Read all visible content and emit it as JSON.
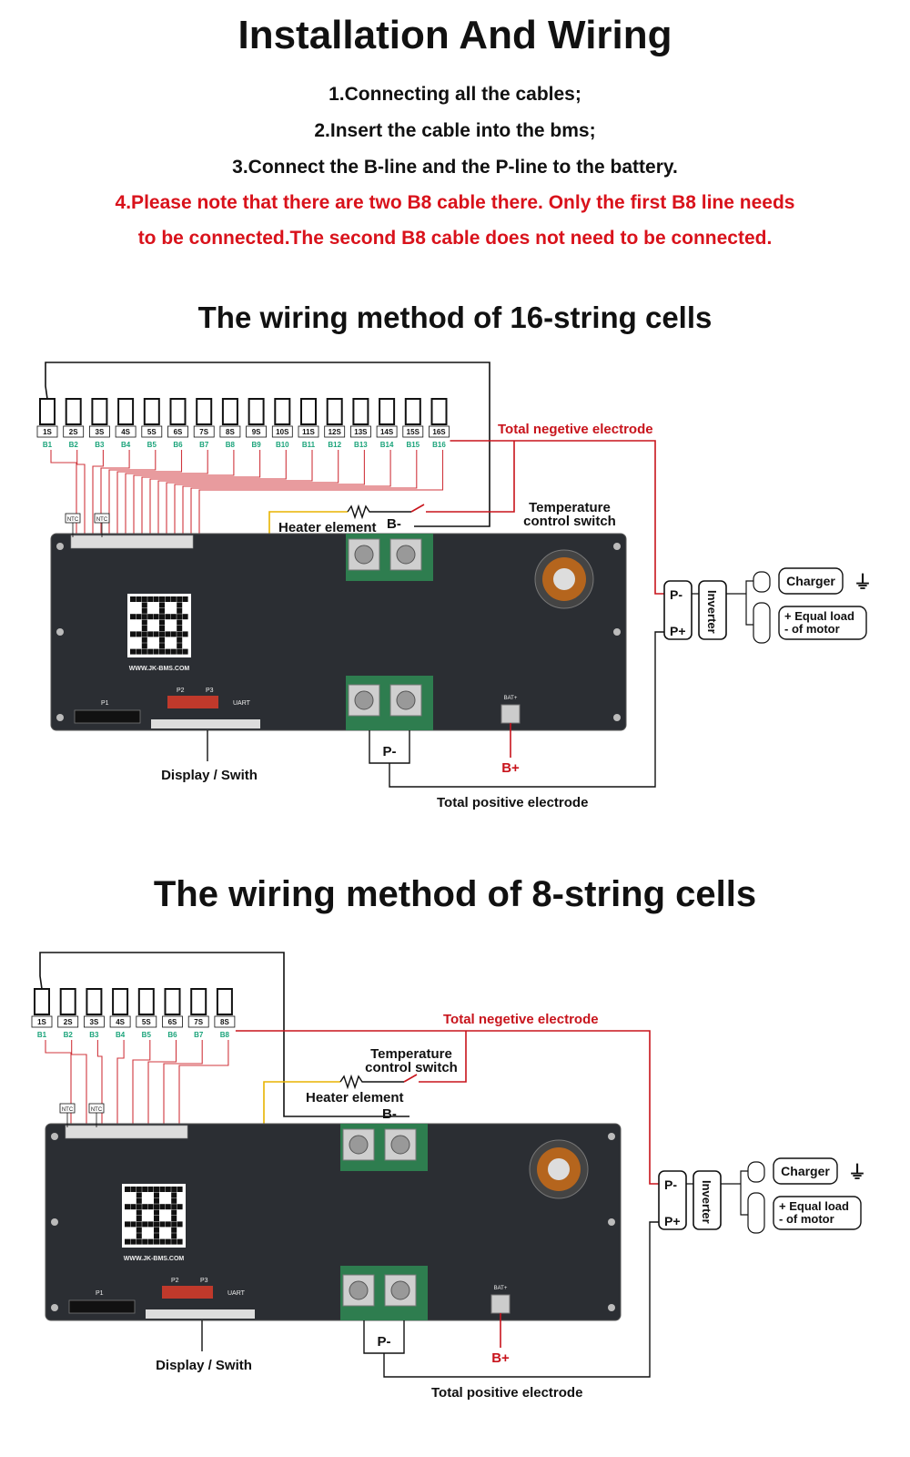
{
  "title": "Installation And Wiring",
  "steps": {
    "s1": "1.Connecting all the cables;",
    "s2": "2.Insert the cable into the bms;",
    "s3": "3.Connect the B-line and the P-line to the battery.",
    "s4a": "4.Please note that there are two B8 cable there. Only the first B8 line needs",
    "s4b": "to be connected.The second B8 cable does not need to be connected."
  },
  "colors": {
    "accent_red": "#d9121b",
    "board": "#2b2e33",
    "wire_red": "#c8141c",
    "label_green": "#1aa37a"
  },
  "diagram16": {
    "title": "The wiring method of 16-string cells",
    "cells": [
      "1S",
      "2S",
      "3S",
      "4S",
      "5S",
      "6S",
      "7S",
      "8S",
      "9S",
      "10S",
      "11S",
      "12S",
      "13S",
      "14S",
      "15S",
      "16S"
    ],
    "bpins": [
      "B1",
      "B2",
      "B3",
      "B4",
      "B5",
      "B6",
      "B7",
      "B8",
      "B9",
      "B10",
      "B11",
      "B12",
      "B13",
      "B14",
      "B15",
      "B16"
    ],
    "neg": "Total negetive electrode",
    "temp": "Temperature\ncontrol switch",
    "heater": "Heater element",
    "bminus": "B-",
    "pminus": "P-",
    "bplus": "B+",
    "display": "Display / Swith",
    "pos": "Total positive electrode",
    "inverter": "Inverter",
    "charger": "Charger",
    "load": "+ Equal load\n- of motor",
    "pminus_out": "P-",
    "pplus_out": "P+",
    "ntc": "NTC",
    "website": "WWW.JK-BMS.COM",
    "p1": "P1",
    "p2": "P2",
    "p3": "P3",
    "uart": "UART",
    "bat": "BAT+"
  },
  "diagram8": {
    "title": "The wiring method of 8-string cells",
    "cells": [
      "1S",
      "2S",
      "3S",
      "4S",
      "5S",
      "6S",
      "7S",
      "8S"
    ],
    "bpins": [
      "B1",
      "B2",
      "B3",
      "B4",
      "B5",
      "B6",
      "B7",
      "B8"
    ],
    "neg": "Total negetive electrode",
    "temp": "Temperature\ncontrol switch",
    "heater": "Heater element",
    "bminus": "B-",
    "pminus": "P-",
    "bplus": "B+",
    "display": "Display / Swith",
    "pos": "Total positive electrode",
    "inverter": "Inverter",
    "charger": "Charger",
    "load": "+ Equal load\n- of motor",
    "pminus_out": "P-",
    "pplus_out": "P+",
    "ntc": "NTC",
    "website": "WWW.JK-BMS.COM",
    "p1": "P1",
    "p2": "P2",
    "p3": "P3",
    "uart": "UART",
    "bat": "BAT+"
  }
}
